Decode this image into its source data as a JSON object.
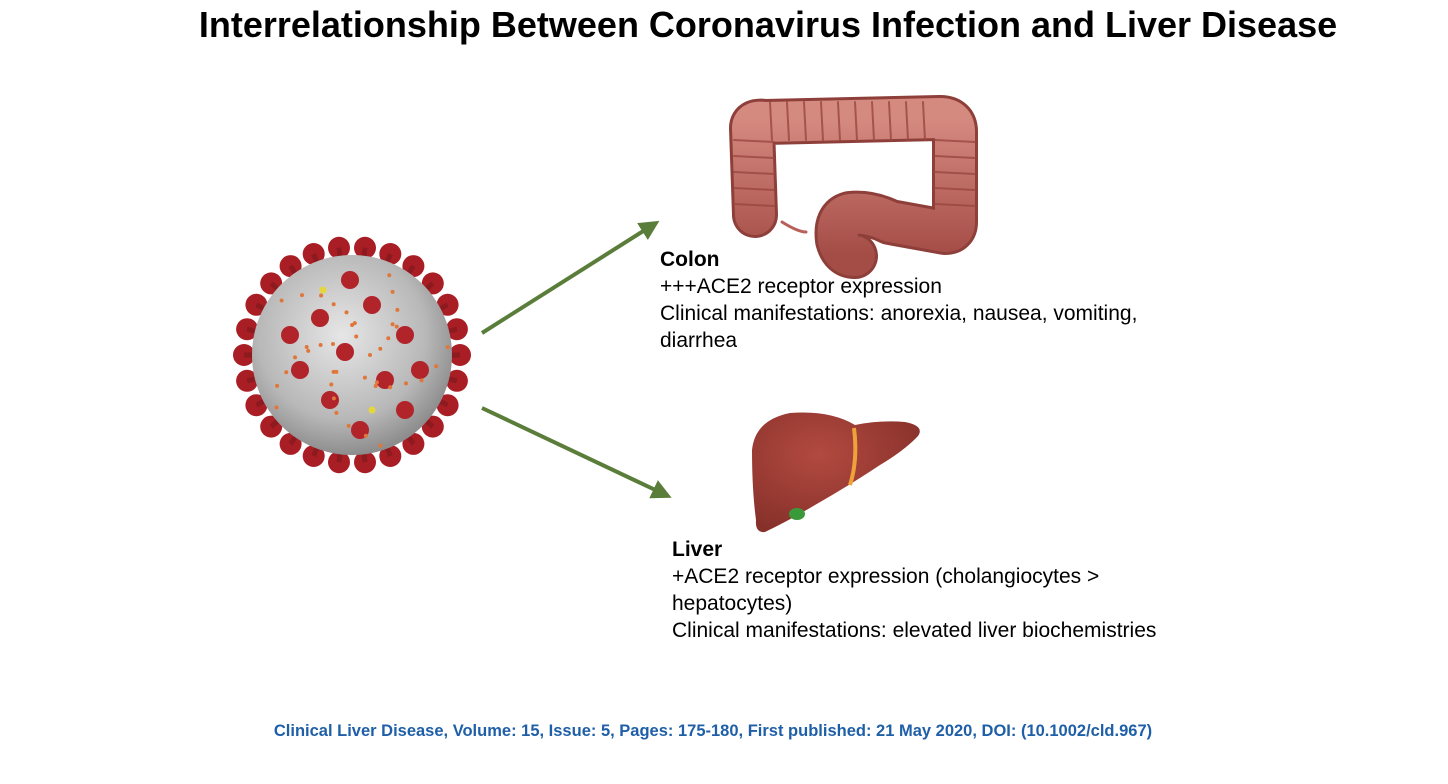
{
  "title": "Interrelationship Between Coronavirus Infection and Liver Disease",
  "colon": {
    "heading": "Colon",
    "lines": [
      "+++ACE2 receptor expression",
      "Clinical manifestations: anorexia, nausea, vomiting,",
      "diarrhea"
    ]
  },
  "liver": {
    "heading": "Liver",
    "lines": [
      "+ACE2 receptor expression (cholangiocytes >",
      "hepatocytes)",
      "Clinical manifestations: elevated liver biochemistries"
    ]
  },
  "citation": "Clinical Liver Disease, Volume: 15, Issue: 5, Pages: 175-180, First published: 21 May 2020, DOI: (10.1002/cld.967)",
  "colors": {
    "arrow": "#5a7d3a",
    "citation": "#1f5fa8",
    "virus_body": "#c9c9c9",
    "virus_spike": "#a81e24",
    "colon": "#b9605a",
    "liver": "#9c3b32",
    "liver_ligament": "#f0a23a",
    "gallbladder": "#3a9a3a"
  },
  "icons": {
    "virus": "coronavirus-illustration",
    "colon": "colon-illustration",
    "liver": "liver-illustration"
  }
}
